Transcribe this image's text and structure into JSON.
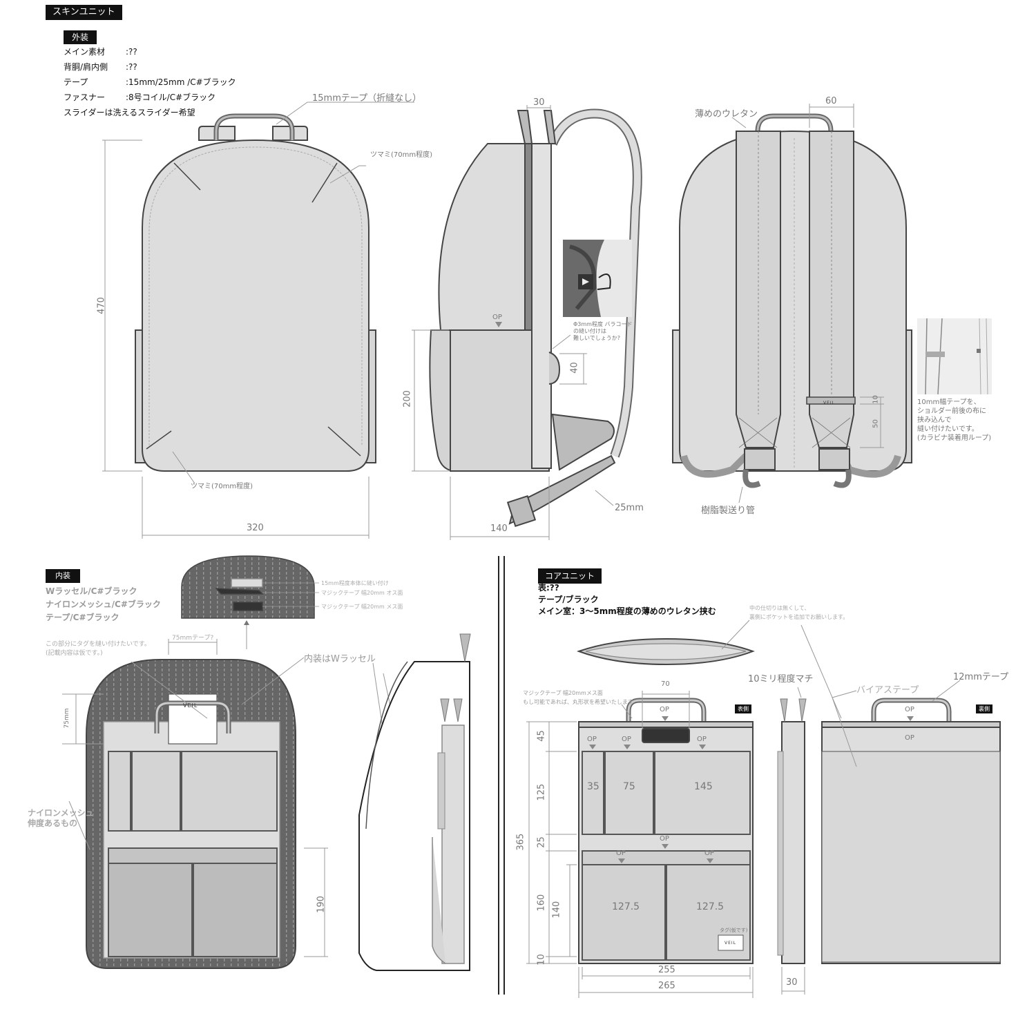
{
  "skin_unit": {
    "header": "スキンユニット",
    "exterior_header": "外装",
    "specs": [
      {
        "label": "メイン素材",
        "value": ":??"
      },
      {
        "label": "背胴/肩内側",
        "value": ":??"
      },
      {
        "label": "テープ",
        "value": ":15mm/25mm /C#ブラック"
      },
      {
        "label": "ファスナー",
        "value": ":8号コイル/C#ブラック"
      }
    ],
    "slider_note": "スライダーは洗えるスライダー希望",
    "front": {
      "tape_note": "15mmテープ（折縫なし）",
      "pinch_top": "ツマミ(70mm程度)",
      "pinch_bottom": "ツマミ(70mm程度)",
      "height": "470",
      "width": "320"
    },
    "side": {
      "top_dim": "30",
      "op": "OP",
      "pocket_height": "200",
      "loop_dim": "40",
      "depth": "140",
      "strap_width": "25mm",
      "barcode_note": "Φ3mm程度 バラコード\nの縫い付けは\n難しいでしょうか?"
    },
    "back": {
      "urethane_note": "薄めのウレタン",
      "strap_dim": "60",
      "brand": "VEIL",
      "dim_10": "10",
      "dim_50": "50",
      "buckle_note": "樹脂製送り管",
      "loop_note": "10mm幅テープを、\nショルダー前後の布に\n挟み込んで\n縫い付けたいです。\n(カラビナ装着用ループ)"
    }
  },
  "inner": {
    "header": "内装",
    "specs": [
      "Wラッセル/C#ブラック",
      "ナイロンメッシュ/C#ブラック",
      "テープ/C#ブラック"
    ],
    "top_notes": [
      "15mm程度本体に縫い付け",
      "マジックテープ 幅20mm オス面",
      "マジックテープ 幅20mm メス面"
    ],
    "tag_note": "この部分にタグを縫い付けたいです。\n(記載内容は仮です。)",
    "tape_75": "75mmテープ?",
    "dim_75mm": "75mm",
    "raschel_note": "内装はWラッセル",
    "mesh_note": "ナイロンメッシュ\n伸度あるもの",
    "brand": "VEIL",
    "dim_190": "190"
  },
  "core_unit": {
    "header": "コアユニット",
    "specs": [
      "表:??",
      "テープ/ブラック",
      "メイン室：3〜5mm程度の薄めのウレタン挟む"
    ],
    "top_note": "中の仕切りは無くして、\n裏側にポケットを追加でお願いします。",
    "gusset_note": "10ミリ程度マチ",
    "velcro_note": "マジックテープ 幅20mmメス面\nもし可能であれば、丸形状を希望いたします",
    "bias_tape": "バイアステープ",
    "tape_12mm": "12mmテープ",
    "front_tag": "表側",
    "back_tag": "裏側",
    "op": "OP",
    "dims": {
      "handle": "70",
      "d45": "45",
      "d125": "125",
      "d25": "25",
      "d160": "160",
      "d140": "140",
      "d10": "10",
      "d365": "365",
      "w35": "35",
      "w75": "75",
      "w145": "145",
      "w127a": "127.5",
      "w127b": "127.5",
      "w255": "255",
      "w265": "265",
      "depth30": "30"
    },
    "tag_label": "タグ(仮です)",
    "brand": "VEIL"
  }
}
